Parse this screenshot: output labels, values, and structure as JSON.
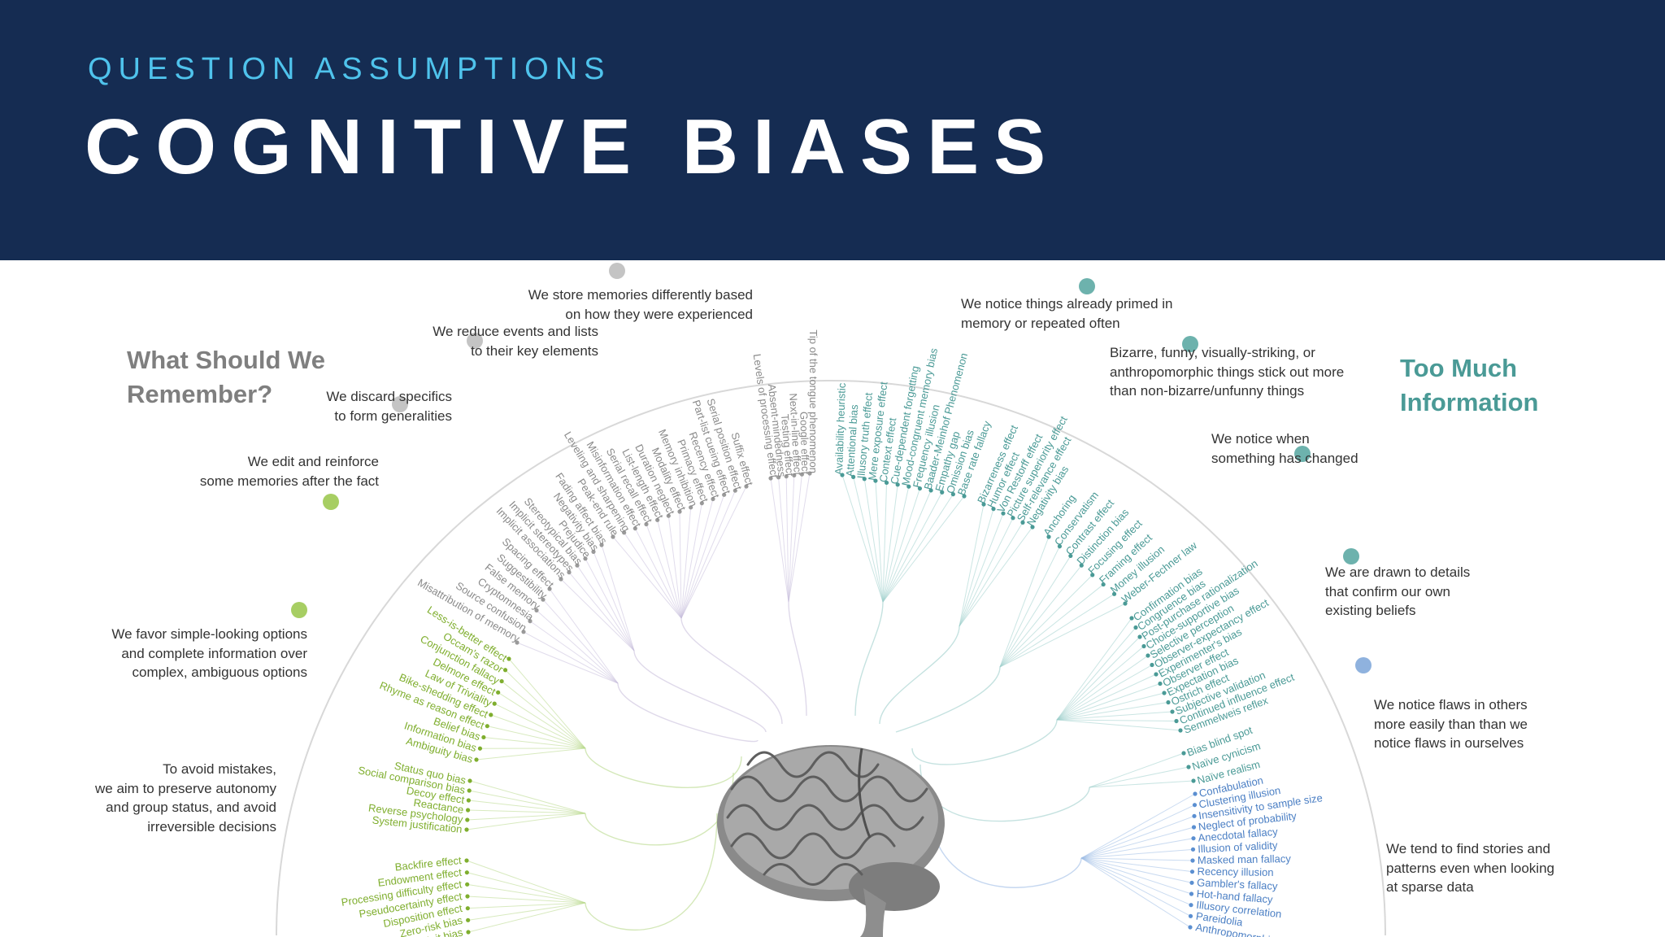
{
  "header": {
    "kicker": "QUESTION ASSUMPTIONS",
    "title": "COGNITIVE BIASES"
  },
  "colors": {
    "header_bg": "#152c52",
    "kicker": "#4fc3ec",
    "memory_title": "#7f7f7f",
    "information_title": "#4a9a96",
    "memory_branch": "#b3a7cc",
    "simplicity_branch": "#8dbd3f",
    "information_branch": "#4a9a96",
    "data_branch": "#5b8fd1"
  },
  "categories": {
    "memory": {
      "title": "What Should We Remember?"
    },
    "information": {
      "title": "Too Much Information"
    }
  },
  "branches": [
    {
      "id": "store-memories",
      "text": "We store memories differently based on how they were experienced"
    },
    {
      "id": "reduce-events",
      "text": "We reduce events and lists to their key elements"
    },
    {
      "id": "discard-specifics",
      "text": "We discard specifics to form generalities"
    },
    {
      "id": "edit-memories",
      "text": "We edit and reinforce some memories after the fact"
    },
    {
      "id": "favor-simple",
      "text": "We favor simple-looking options and complete information over complex, ambiguous options"
    },
    {
      "id": "avoid-mistakes",
      "text": "To avoid mistakes, we aim to preserve autonomy and group status, and avoid irreversible decisions"
    },
    {
      "id": "notice-primed",
      "text": "We notice things already primed in memory or repeated often"
    },
    {
      "id": "bizarre-things",
      "text": "Bizarre, funny, visually-striking, or anthropomorphic things stick out more than non-bizarre/unfunny things"
    },
    {
      "id": "notice-change",
      "text": "We notice when something has changed"
    },
    {
      "id": "confirm-beliefs",
      "text": "We are drawn to details that confirm our own existing beliefs"
    },
    {
      "id": "flaws-others",
      "text": "We notice flaws in others more easily than than we notice flaws in ourselves"
    },
    {
      "id": "find-stories",
      "text": "We tend to find stories and patterns even when looking at sparse data"
    }
  ],
  "leaves": {
    "store": [
      "Tip of the tongue phenomenon",
      "Google effect",
      "Next-in-line effect",
      "Testing effect",
      "Absent-mindedness",
      "Levels of processing effect"
    ],
    "reduce": [
      "Suffix effect",
      "Serial position effect",
      "Part-list cueing effect",
      "Recency effect",
      "Primacy effect",
      "Memory inhibition",
      "Modality effect",
      "Duration neglect",
      "List-length effect",
      "Serial recall effect",
      "Misinformation effect",
      "Leveling and sharpening",
      "Peak-end rule"
    ],
    "discard": [
      "Fading affect bias",
      "Negativity bias",
      "Prejudice",
      "Stereotypical bias",
      "Implicit stereotypes",
      "Implicit associations"
    ],
    "edit": [
      "Spacing effect",
      "Suggestibility",
      "False memory",
      "Cryptomnesia",
      "Source confusion",
      "Misattribution of memory"
    ],
    "simple": [
      "Less-is-better effect",
      "Occam's razor",
      "Conjunction fallacy",
      "Delmore effect",
      "Law of Triviality",
      "Bike-shedding effect",
      "Rhyme as reason effect",
      "Belief bias",
      "Information bias",
      "Ambiguity bias"
    ],
    "mistakes": [
      "Status quo bias",
      "Social comparison bias",
      "Decoy effect",
      "Reactance",
      "Reverse psychology",
      "System justification"
    ],
    "mistakes2": [
      "Backfire effect",
      "Endowment effect",
      "Processing difficulty effect",
      "Pseudocertainty effect",
      "Disposition effect",
      "Zero-risk bias",
      "Unit bias"
    ],
    "primed": [
      "Availability heuristic",
      "Attentional bias",
      "Illusory truth effect",
      "Mere exposure effect",
      "Context effect",
      "Cue-dependent forgetting",
      "Mood-congruent memory bias",
      "Frequency illusion",
      "Baader-Meinhof Phenomenon",
      "Empathy gap",
      "Omission bias",
      "Base rate fallacy"
    ],
    "bizarre": [
      "Bizarreness effect",
      "Humor effect",
      "Von Restorff effect",
      "Picture superiority effect",
      "Self-relevance effect",
      "Negativity bias"
    ],
    "change": [
      "Anchoring",
      "Conservatism",
      "Contrast effect",
      "Distinction bias",
      "Focusing effect",
      "Framing effect",
      "Money illusion",
      "Weber-Fechner law"
    ],
    "confirm": [
      "Confirmation bias",
      "Congruence bias",
      "Post-purchase rationalization",
      "Choice-supportive bias",
      "Selective perception",
      "Observer-expectancy effect",
      "Experimenter's bias",
      "Observer effect",
      "Expectation bias",
      "Ostrich effect",
      "Subjective validation",
      "Continued influence effect",
      "Semmelweis reflex"
    ],
    "flaws": [
      "Bias blind spot",
      "Naïve cynicism",
      "Naïve realism"
    ],
    "stories": [
      "Confabulation",
      "Clustering illusion",
      "Insensitivity to sample size",
      "Neglect of probability",
      "Anecdotal fallacy",
      "Illusion of validity",
      "Masked man fallacy",
      "Recency illusion",
      "Gambler's fallacy",
      "Hot-hand fallacy",
      "Illusory correlation",
      "Pareidolia",
      "Anthropomorphism"
    ]
  }
}
